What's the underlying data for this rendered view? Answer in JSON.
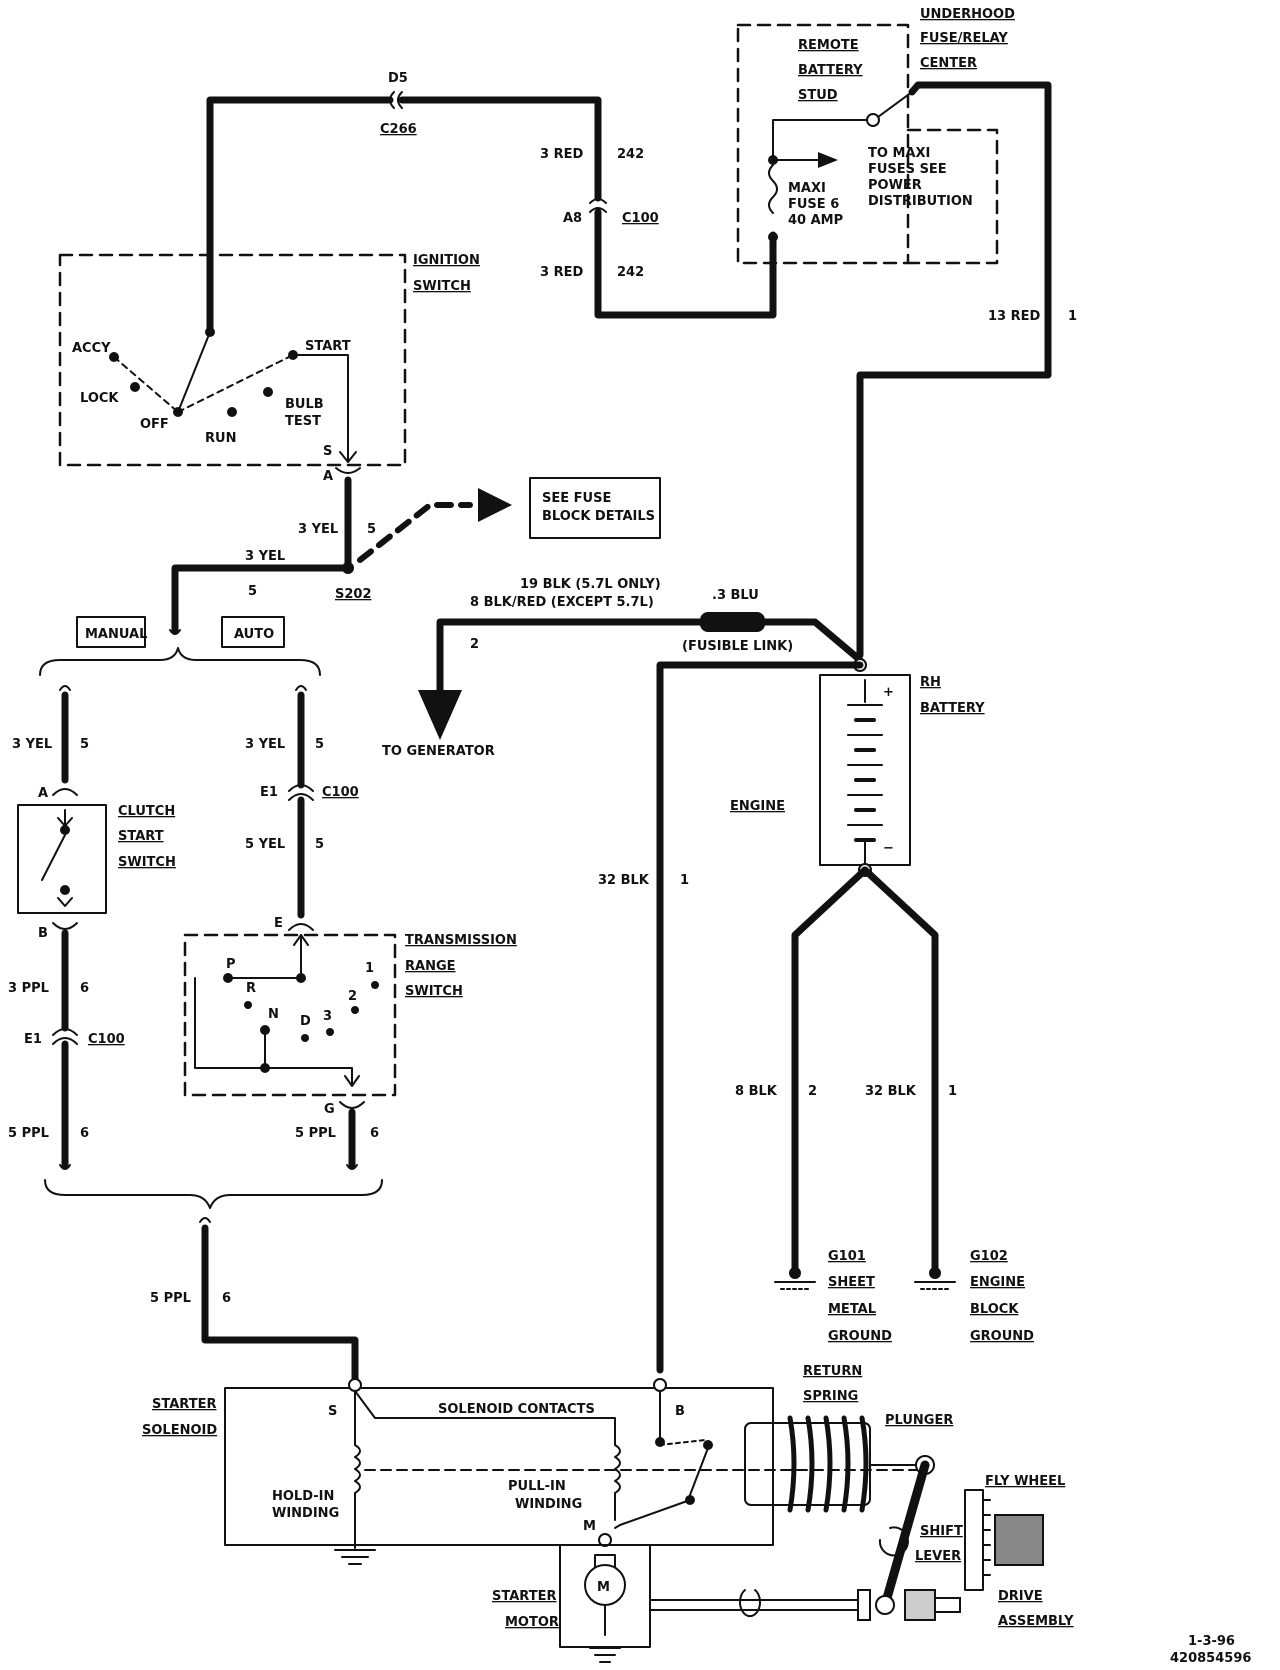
{
  "diagram": {
    "ignition_switch": {
      "title": [
        "IGNITION",
        "SWITCH"
      ],
      "positions": [
        "ACCY",
        "LOCK",
        "OFF",
        "RUN",
        "BULB",
        "TEST",
        "START"
      ],
      "terminal": "S",
      "pin": "A"
    },
    "connectors": {
      "d5": "D5",
      "c266": "C266",
      "a8": "A8",
      "c100": "C100",
      "e1": "E1",
      "e": "E",
      "g": "G",
      "a": "A",
      "b": "B"
    },
    "underhood": {
      "title": [
        "UNDERHOOD",
        "FUSE/RELAY",
        "CENTER"
      ],
      "stud": [
        "REMOTE",
        "BATTERY",
        "STUD"
      ],
      "maxi_note": [
        "TO MAXI",
        "FUSES SEE",
        "POWER",
        "DISTRIBUTION"
      ],
      "fuse": [
        "MAXI",
        "FUSE 6",
        "40 AMP"
      ]
    },
    "wires": {
      "red_top_a": "3 RED",
      "red_top_a_circ": "242",
      "red_top_b": "3 RED",
      "red_top_b_circ": "242",
      "red_main": "13 RED",
      "red_main_circ": "1",
      "yel_switch": "3 YEL",
      "yel_switch_circ": "5",
      "yel_branch": "3 YEL",
      "yel_branch_circ": "5",
      "yel_manual": "3 YEL",
      "yel_manual_circ": "5",
      "yel_auto": "3 YEL",
      "yel_auto_circ": "5",
      "yel_auto2": "5 YEL",
      "yel_auto2_circ": "5",
      "ppl_manual": "3 PPL",
      "ppl_manual_circ": "6",
      "ppl_manual2": "5 PPL",
      "ppl_manual2_circ": "6",
      "ppl_auto": "5 PPL",
      "ppl_auto_circ": "6",
      "ppl_common": "5 PPL",
      "ppl_common_circ": "6",
      "gen_a": "19 BLK (5.7L ONLY)",
      "gen_b": "8 BLK/RED (EXCEPT 5.7L)",
      "gen_circ": "2",
      "fusible": ".3 BLU",
      "fusible_note": "(FUSIBLE LINK)",
      "starter_feed": "32 BLK",
      "starter_feed_circ": "1",
      "gnd1": "8 BLK",
      "gnd1_circ": "2",
      "gnd2": "32 BLK",
      "gnd2_circ": "1"
    },
    "splice": "S202",
    "fuse_block_note": [
      "SEE FUSE",
      "BLOCK DETAILS"
    ],
    "manual_label": "MANUAL",
    "auto_label": "AUTO",
    "to_generator": "TO GENERATOR",
    "battery": {
      "title": [
        "RH",
        "BATTERY"
      ],
      "plus": "+",
      "minus": "−"
    },
    "engine_label": "ENGINE",
    "clutch_switch": [
      "CLUTCH",
      "START",
      "SWITCH"
    ],
    "trans_switch": {
      "title": [
        "TRANSMISSION",
        "RANGE",
        "SWITCH"
      ],
      "positions": [
        "P",
        "R",
        "N",
        "D",
        "3",
        "2",
        "1"
      ]
    },
    "grounds": {
      "g101": [
        "G101",
        "SHEET",
        "METAL",
        "GROUND"
      ],
      "g102": [
        "G102",
        "ENGINE",
        "BLOCK",
        "GROUND"
      ]
    },
    "starter": {
      "solenoid": [
        "STARTER",
        "SOLENOID"
      ],
      "contacts": "SOLENOID CONTACTS",
      "s_term": "S",
      "b_term": "B",
      "m_term": "M",
      "hold_in": [
        "HOLD-IN",
        "WINDING"
      ],
      "pull_in": [
        "PULL-IN",
        "WINDING"
      ],
      "return_spring": [
        "RETURN",
        "SPRING"
      ],
      "plunger": "PLUNGER",
      "motor": [
        "STARTER",
        "MOTOR"
      ],
      "motor_symbol": "M",
      "shift_lever": [
        "SHIFT",
        "LEVER"
      ],
      "fly_wheel": "FLY WHEEL",
      "drive": [
        "DRIVE",
        "ASSEMBLY"
      ]
    },
    "footer": {
      "date": "1-3-96",
      "code": "420854596"
    }
  }
}
